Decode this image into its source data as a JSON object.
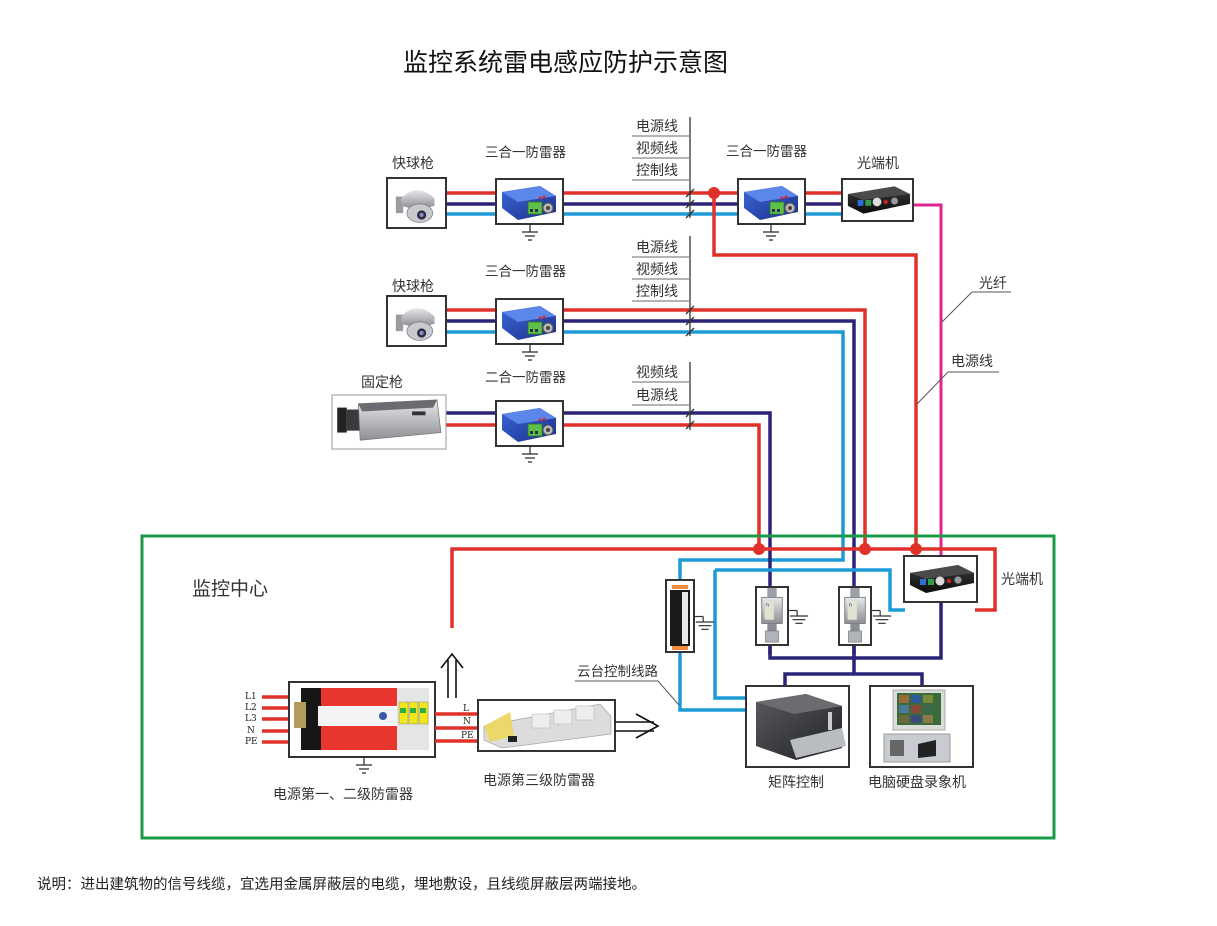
{
  "title": "监控系统雷电感应防护示意图",
  "colors": {
    "power_line": "#e0302a",
    "video_line": "#2a2378",
    "control_line": "#1f9ad8",
    "fiber": "#e0268e",
    "monitoring_center_border": "#1a9a46"
  },
  "row1": {
    "camera_label": "快球枪",
    "arrester_label": "三合一防雷器",
    "line_labels": [
      "电源线",
      "视频线",
      "控制线"
    ],
    "remote_arrester_label": "三合一防雷器",
    "optical_transceiver_label": "光端机"
  },
  "row2": {
    "camera_label": "快球枪",
    "arrester_label": "三合一防雷器",
    "line_labels": [
      "电源线",
      "视频线",
      "控制线"
    ]
  },
  "row3": {
    "camera_label": "固定枪",
    "arrester_label": "二合一防雷器",
    "line_labels": [
      "视频线",
      "电源线"
    ]
  },
  "callouts": {
    "fiber": "光纤",
    "power": "电源线",
    "ptz_control": "云台控制线路"
  },
  "center": {
    "title": "监控中心",
    "optical_transceiver_label": "光端机",
    "power_stage12_label": "电源第一、二级防雷器",
    "power_stage12_terminals": [
      "L1",
      "L2",
      "L3",
      "N",
      "PE"
    ],
    "power_stage3_label": "电源第三级防雷器",
    "power_stage3_terminals": [
      "L",
      "N",
      "PE"
    ],
    "matrix_label": "矩阵控制",
    "dvr_label": "电脑硬盘录象机"
  },
  "note": "说明：进出建筑物的信号线缆，宜选用金属屏蔽层的电缆，埋地敷设，且线缆屏蔽层两端接地。"
}
